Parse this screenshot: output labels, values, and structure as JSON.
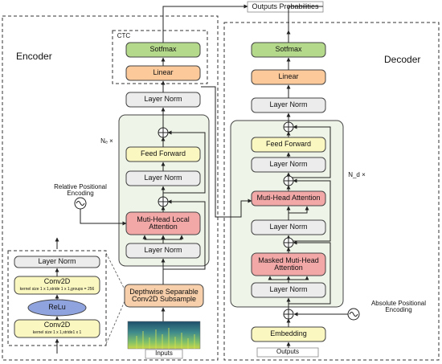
{
  "encoder": {
    "title": "Encoder",
    "repeat_label": "Nₑ ×",
    "blocks": {
      "layer_norm_bottom": "Layer Norm",
      "mha_local": "Muti-Head Local\nAttention",
      "layer_norm_mid": "Layer Norm",
      "feed_forward": "Feed Forward",
      "layer_norm_top": "Layer Norm"
    },
    "relative_pe": "Relative Positional\nEncoding",
    "subsample": "Depthwise Separable\nConv2D Subsample",
    "inputs": "Inputs"
  },
  "subsample_detail": {
    "layer_norm": "Layer Norm",
    "conv2d_top": "Conv2D",
    "conv2d_top_params": "kernel size 1 x 1,stride 1 x 1,groups = 256",
    "relu": "ReLu",
    "conv2d_bottom": "Conv2D",
    "conv2d_bottom_params": "kernel size 1 x 1,stride1 x 1"
  },
  "ctc": {
    "title": "CTC",
    "softmax": "Sotfmax",
    "linear": "Linear"
  },
  "outputs_probabilities": "Outputs Probabilities",
  "decoder": {
    "title": "Decoder",
    "repeat_label": "N_d ×",
    "softmax": "Sotfmax",
    "linear": "Linear",
    "layer_norm_final": "Layer Norm",
    "blocks": {
      "feed_forward": "Feed Forward",
      "layer_norm_ff": "Layer Norm",
      "mha": "Muti-Head Attention",
      "layer_norm_mha": "Layer Norm",
      "masked_mha": "Masked Muti-Head\nAttention",
      "layer_norm_masked": "Layer Norm"
    },
    "absolute_pe": "Absolute Positional\nEncoding",
    "embedding": "Embedding",
    "outputs": "Outputs"
  },
  "colors": {
    "softmax": "#b5d98a",
    "linear": "#fbc99a",
    "layer_norm": "#ececec",
    "feed_forward": "#fbf7c0",
    "attention": "#f3a8a8",
    "subsample": "#f7cfaa",
    "relu": "#8fa3df",
    "block_bg": "#eef5e8"
  }
}
